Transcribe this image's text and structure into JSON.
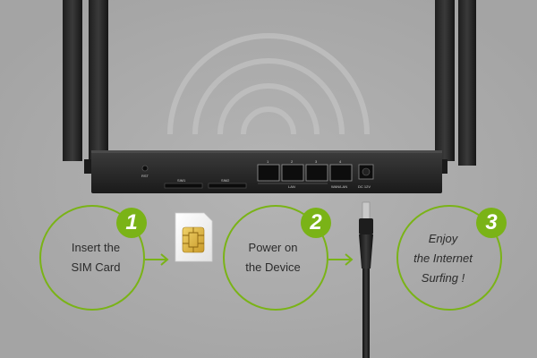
{
  "steps": [
    {
      "number": "1",
      "lines": [
        "Insert the",
        "SIM Card"
      ]
    },
    {
      "number": "2",
      "lines": [
        "Power on",
        "the Device"
      ]
    },
    {
      "number": "3",
      "lines": [
        "Enjoy",
        "the Internet",
        "Surfing !"
      ]
    }
  ],
  "router": {
    "sim_labels": [
      "SIM1",
      "SIM2"
    ],
    "port_numbers": [
      "1",
      "2",
      "3",
      "4"
    ],
    "lan_label": "LAN",
    "wan_label": "WAN/LAN",
    "power_label": "DC 12V",
    "reset_label": "RST"
  },
  "colors": {
    "accent": "#7ab317",
    "background": "#a8a8a8"
  }
}
